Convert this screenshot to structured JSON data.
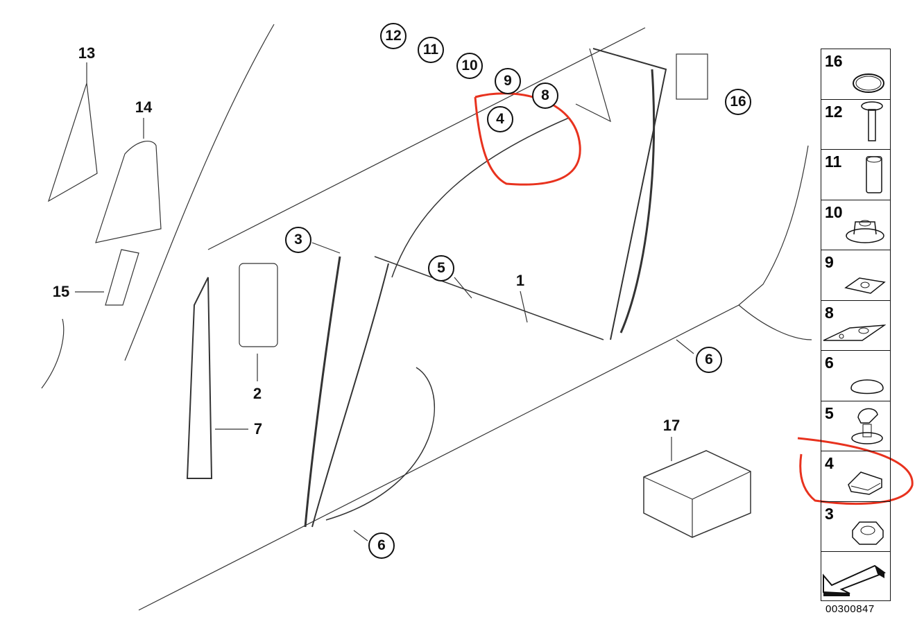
{
  "diagram": {
    "callouts_circled": [
      "12",
      "11",
      "10",
      "9",
      "8",
      "4",
      "16",
      "3",
      "5",
      "6",
      "6"
    ],
    "labels_plain": [
      "13",
      "14",
      "15",
      "1",
      "2",
      "7",
      "17"
    ],
    "highlight_color": "#e8321e"
  },
  "legend_panel": {
    "items": [
      {
        "number": "16",
        "icon": "o-ring-icon"
      },
      {
        "number": "12",
        "icon": "bolt-icon"
      },
      {
        "number": "11",
        "icon": "hex-sleeve-nut-icon"
      },
      {
        "number": "10",
        "icon": "flange-nut-icon"
      },
      {
        "number": "9",
        "icon": "plate-clip-icon"
      },
      {
        "number": "8",
        "icon": "gasket-plate-icon"
      },
      {
        "number": "6",
        "icon": "plug-cap-icon"
      },
      {
        "number": "5",
        "icon": "cable-holder-icon"
      },
      {
        "number": "4",
        "icon": "cable-clip-icon"
      },
      {
        "number": "3",
        "icon": "hex-nut-icon"
      },
      {
        "number": "",
        "icon": "direction-arrow-icon"
      }
    ],
    "code": "00300847"
  }
}
